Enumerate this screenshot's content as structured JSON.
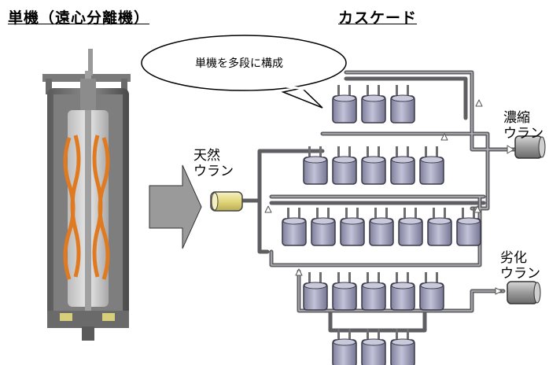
{
  "titles": {
    "single_unit": "単機（遠心分離機）",
    "cascade": "カスケード"
  },
  "speech_bubble": {
    "text": "単機を多段に構成"
  },
  "labels": {
    "natural_uranium": [
      "天然",
      "ウラン"
    ],
    "enriched_uranium": [
      "濃縮",
      "ウラン"
    ],
    "depleted_uranium": [
      "劣化",
      "ウラン"
    ]
  },
  "cascade_stages": [
    3,
    5,
    7,
    5,
    3
  ],
  "colors": {
    "pipe": "#6e6e72",
    "pipe_light": "#a9a9ad",
    "cylinder_body": "#9b9bb4",
    "cylinder_top": "#c9c9dc",
    "feed_cylinder": "#e9e29a",
    "arrow_fill": "#9a9a9a",
    "rotor_coil": "#e07a20"
  }
}
